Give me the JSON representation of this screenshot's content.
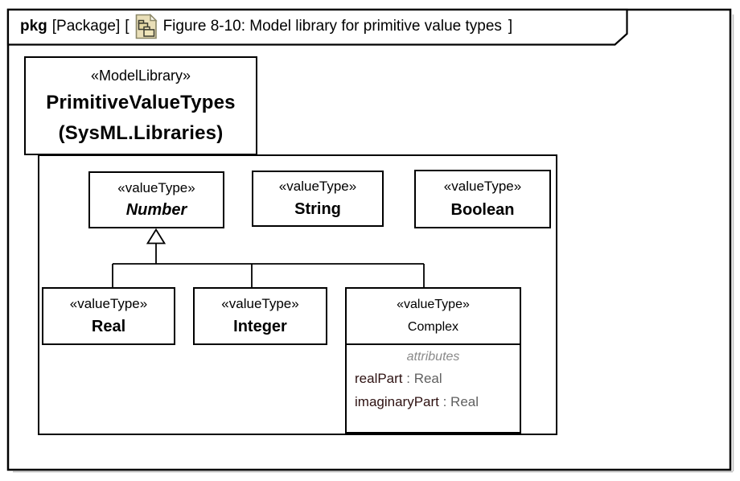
{
  "frame": {
    "keyword": "pkg",
    "kind": "[Package]",
    "bracket_open": "[",
    "title": "Figure 8-10: Model library for primitive value types",
    "bracket_close": "]",
    "icon": "package-diagram-icon"
  },
  "model_library": {
    "stereotype": "«ModelLibrary»",
    "name": "PrimitiveValueTypes",
    "namespace": "(SysML.Libraries)"
  },
  "value_types": {
    "number": {
      "stereotype": "«valueType»",
      "name": "Number"
    },
    "string": {
      "stereotype": "«valueType»",
      "name": "String"
    },
    "boolean": {
      "stereotype": "«valueType»",
      "name": "Boolean"
    },
    "real": {
      "stereotype": "«valueType»",
      "name": "Real"
    },
    "integer": {
      "stereotype": "«valueType»",
      "name": "Integer"
    },
    "complex": {
      "stereotype": "«valueType»",
      "name": "Complex",
      "attributes_label": "attributes",
      "attributes": [
        {
          "name": "realPart",
          "separator": " : ",
          "type": "Real"
        },
        {
          "name": "imaginaryPart",
          "separator": " : ",
          "type": "Real"
        }
      ]
    }
  },
  "relationships": {
    "generalization": "Real, Integer, Complex specialize Number"
  },
  "colors": {
    "line": "#000000",
    "background": "#ffffff",
    "attribute_name": "#2e1212",
    "attribute_type": "#606060",
    "attributes_label": "#8a8a8a",
    "icon_fill": "#e9dfb8",
    "icon_stroke": "#8c8868"
  }
}
